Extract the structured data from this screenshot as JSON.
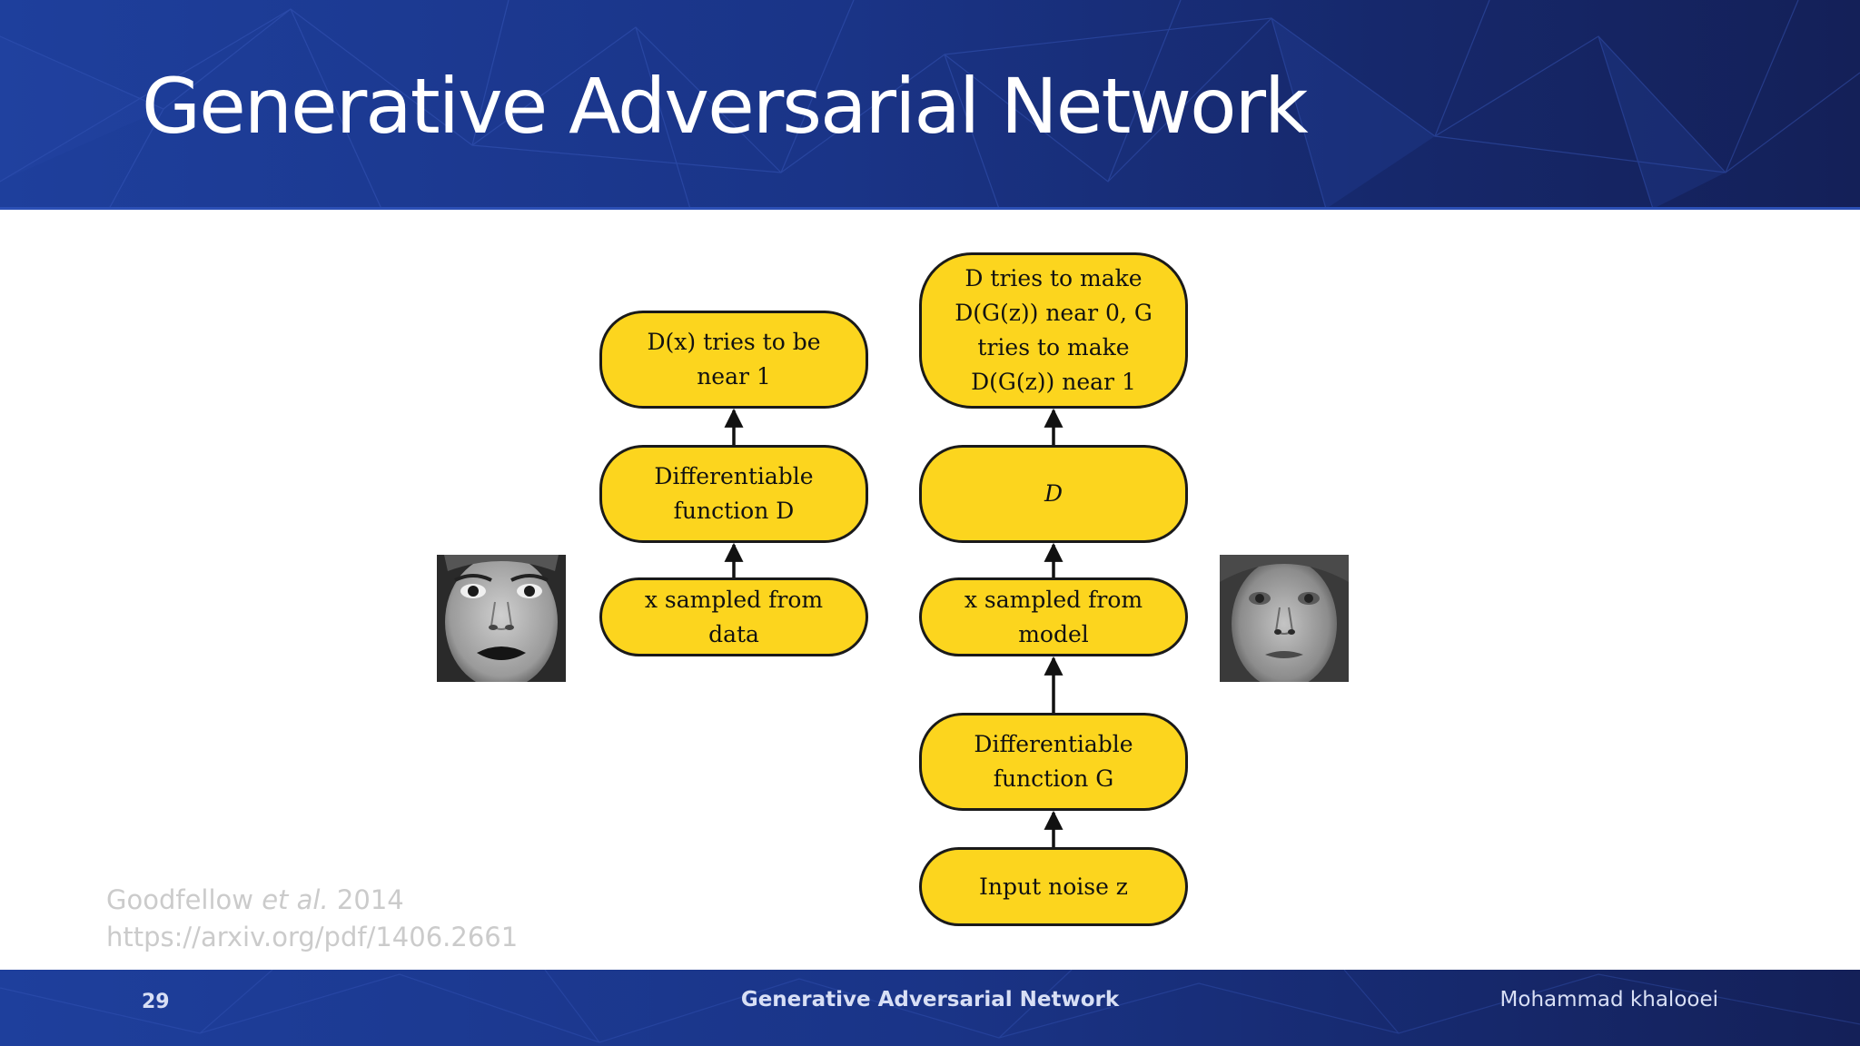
{
  "slide": {
    "title": "Generative Adversarial Network",
    "page_number": "29",
    "footer_title": "Generative Adversarial Network",
    "author": "Mohammad khalooei"
  },
  "diagram": {
    "left_column": {
      "top": "D(x) tries to be near 1",
      "middle": "Differentiable function D",
      "bottom": "x sampled from data"
    },
    "right_column": {
      "top": "D tries to make D(G(z)) near 0, G tries to make D(G(z)) near 1",
      "d": "D",
      "sample": "x sampled from model",
      "generator": "Differentiable function G",
      "noise": "Input noise z"
    },
    "images": {
      "left_face": "real face photo",
      "right_face": "generated face sample"
    }
  },
  "citation": {
    "authors": "Goodfellow",
    "etal": "et al.",
    "year": "2014",
    "url": "https://arxiv.org/pdf/1406.2661"
  },
  "colors": {
    "node_fill": "#fcd51e",
    "node_stroke": "#1a1a1a",
    "header_blue": "#1a3487"
  }
}
